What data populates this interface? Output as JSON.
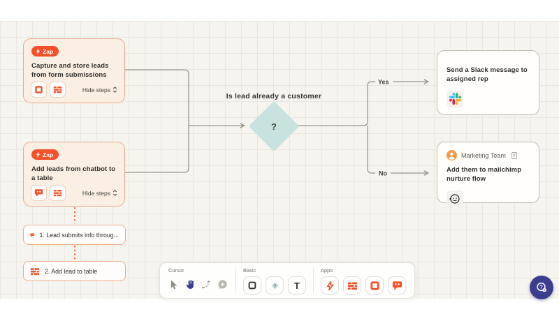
{
  "canvas": {
    "zap_badge": "Zap",
    "zap1_title": "Capture and store leads from form submissions",
    "zap2_title": "Add leads from chatbot to a table",
    "hide_steps": "Hide steps",
    "step1": "1. Lead submits info throug...",
    "step2": "2. Add lead to table",
    "decision_question": "Is lead already a customer",
    "decision_symbol": "?",
    "edge_yes": "Yes",
    "edge_no": "No",
    "slack_title": "Send a Slack message to assigned rep",
    "owner_name": "Marketing Team",
    "mailchimp_title": "Add them to mailchimp nurture flow"
  },
  "toolbar": {
    "cursor_label": "Cursor",
    "basic_label": "Basic",
    "apps_label": "Apps",
    "text_tool_label": "T",
    "decision_tool_symbol": "?"
  },
  "icons": {
    "zap_badge": "lightning-bolt-icon",
    "zap1_apps": [
      "interfaces-icon",
      "tables-icon"
    ],
    "zap2_apps": [
      "chatbot-icon",
      "tables-icon"
    ],
    "step1_icon": "chatbot-icon",
    "step2_icon": "tables-icon",
    "slack_node": "slack-icon",
    "mailchimp_node": "mailchimp-icon",
    "owner_avatar": "person-avatar-icon",
    "owner_doc": "document-icon",
    "hide_steps_toggle": "chevron-updown-icon",
    "cursor_tools": [
      "select-cursor-icon",
      "hand-icon",
      "connector-icon",
      "comment-plus-icon"
    ],
    "basic_tools": [
      "rectangle-icon",
      "decision-diamond-icon",
      "text-icon"
    ],
    "apps_tools": [
      "zap-bolt-icon",
      "tables-icon",
      "interfaces-icon",
      "chatbot-icon"
    ],
    "help": "help-button-icon"
  },
  "colors": {
    "accent_orange": "#F4502A",
    "zap_card_bg": "#FBEEE2",
    "zap_card_border": "#EBA987",
    "canvas_bg": "#F6F4EE",
    "grid_line": "#EAE7DF",
    "diamond_teal": "#C8E2DF",
    "connector_gray": "#97948C",
    "help_button_navy": "#3B3D8F",
    "slack_blue": "#36C5F0",
    "slack_green": "#2EB67D",
    "slack_yellow": "#ECB22E",
    "slack_red": "#E01E5A"
  }
}
